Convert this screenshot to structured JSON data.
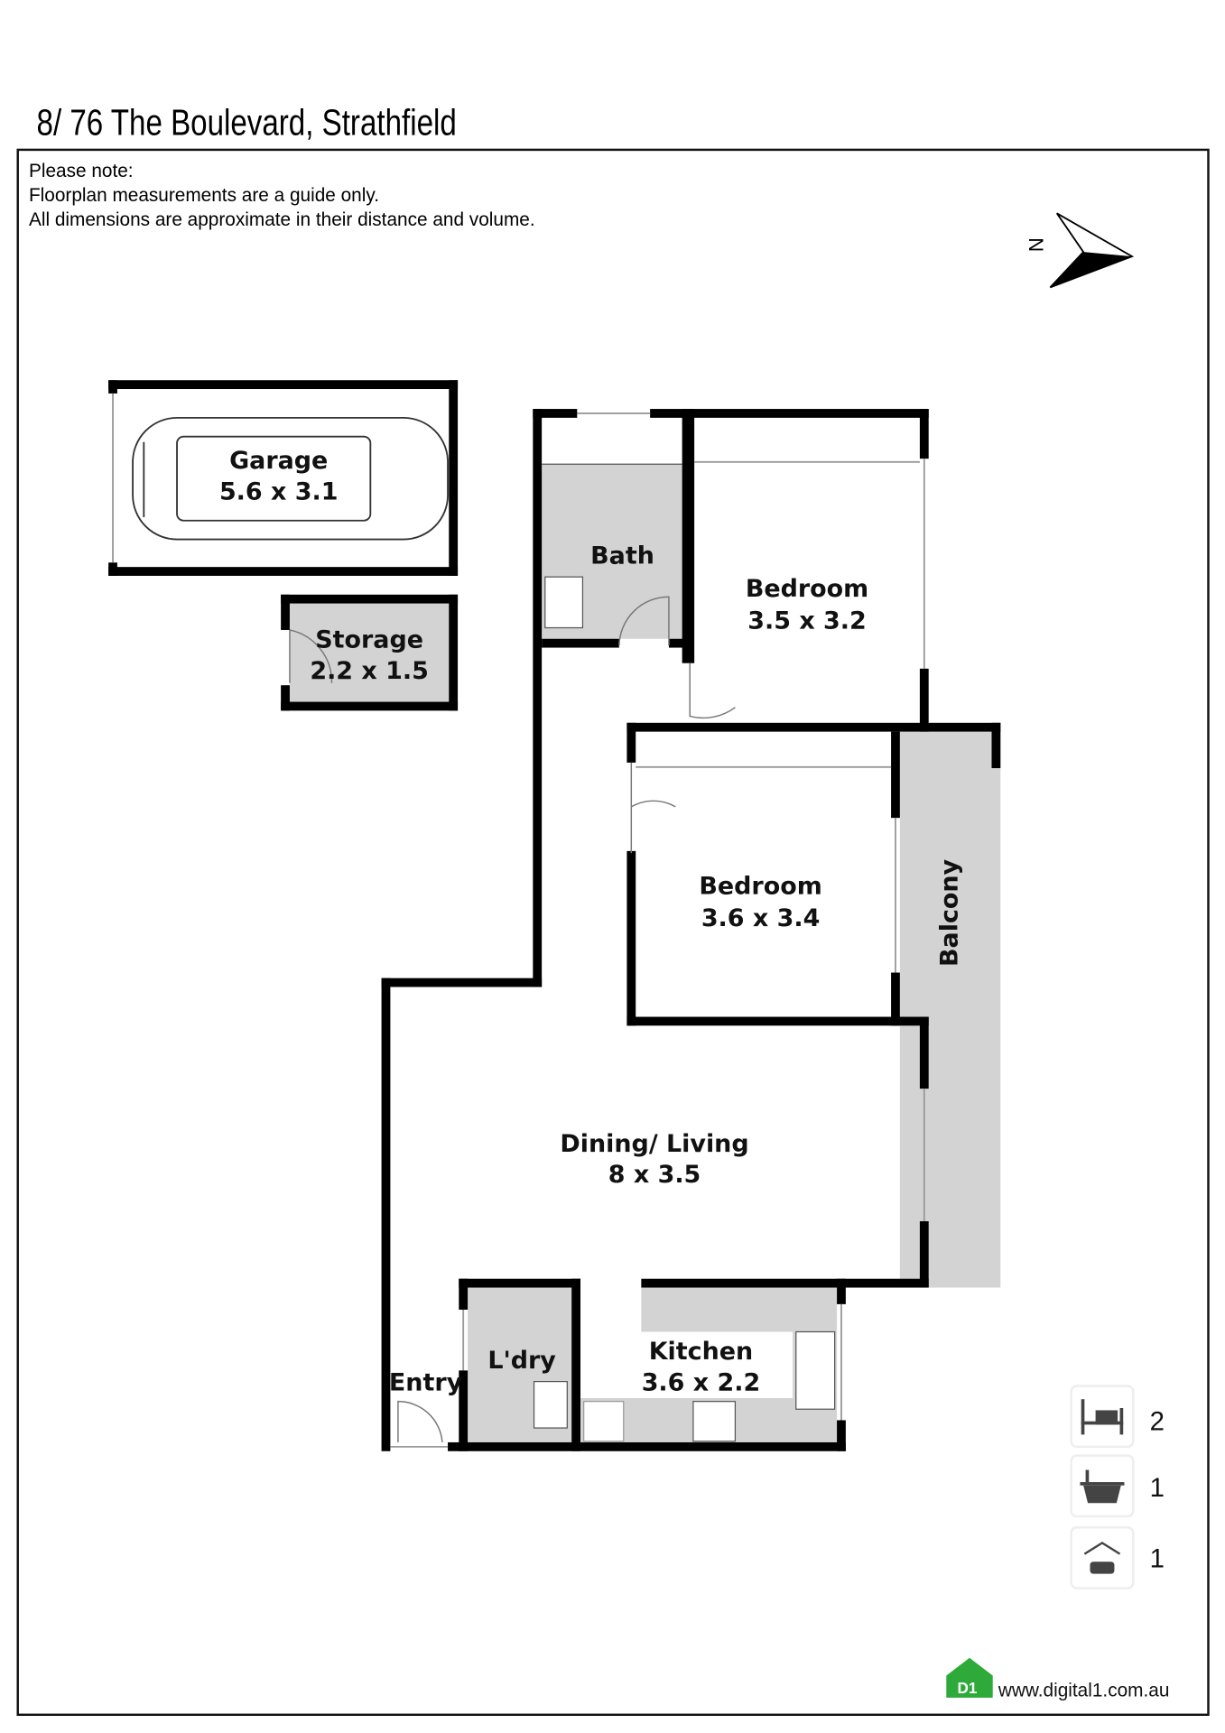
{
  "header": {
    "title": "8/ 76 The Boulevard, Strathfield"
  },
  "notes": [
    "Please note:",
    "Floorplan measurements are a guide only.",
    "All dimensions are approximate in their distance and volume."
  ],
  "compass": {
    "label": "N"
  },
  "rooms": {
    "garage": {
      "name": "Garage",
      "dims": "5.6 x 3.1"
    },
    "storage": {
      "name": "Storage",
      "dims": "2.2 x 1.5"
    },
    "bath": {
      "name": "Bath"
    },
    "bedroom1": {
      "name": "Bedroom",
      "dims": "3.5 x 3.2"
    },
    "bedroom2": {
      "name": "Bedroom",
      "dims": "3.6 x 3.4"
    },
    "balcony": {
      "name": "Balcony"
    },
    "living": {
      "name": "Dining/ Living",
      "dims": "8 x 3.5"
    },
    "laundry": {
      "name": "L'dry"
    },
    "kitchen": {
      "name": "Kitchen",
      "dims": "3.6 x 2.2"
    },
    "entry": {
      "name": "Entry"
    }
  },
  "features": [
    {
      "icon": "bed-icon",
      "count": "2"
    },
    {
      "icon": "bath-icon",
      "count": "1"
    },
    {
      "icon": "garage-car-icon",
      "count": "1"
    }
  ],
  "footer": {
    "logo_text": "D1",
    "url": "www.digital1.com.au",
    "brand_color": "#2eaa3a"
  }
}
